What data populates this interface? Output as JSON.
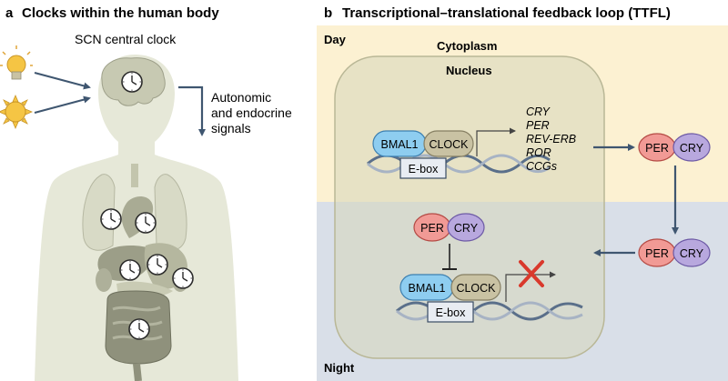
{
  "panel_a": {
    "letter": "a",
    "title": "Clocks within the human body",
    "scn_label": "SCN central clock",
    "signals_lines": [
      "Autonomic",
      "and endocrine",
      "signals"
    ]
  },
  "panel_b": {
    "letter": "b",
    "title": "Transcriptional–translational feedback loop (TTFL)",
    "day_label": "Day",
    "night_label": "Night",
    "cytoplasm_label": "Cytoplasm",
    "nucleus_label": "Nucleus",
    "bmal1": "BMAL1",
    "clock": "CLOCK",
    "ebox": "E-box",
    "genes": [
      "CRY",
      "PER",
      "REV-ERB",
      "ROR",
      "CCGs"
    ],
    "per": "PER",
    "cry": "CRY"
  },
  "colors": {
    "day_bg": "#fcf1d2",
    "night_bg": "#d9dfe8",
    "bmal1": "#8ecdf0",
    "clock": "#c9c2a3",
    "per": "#f19a95",
    "cry": "#b8a8de",
    "arrow": "#3f5670",
    "repress_x": "#d9392c"
  }
}
